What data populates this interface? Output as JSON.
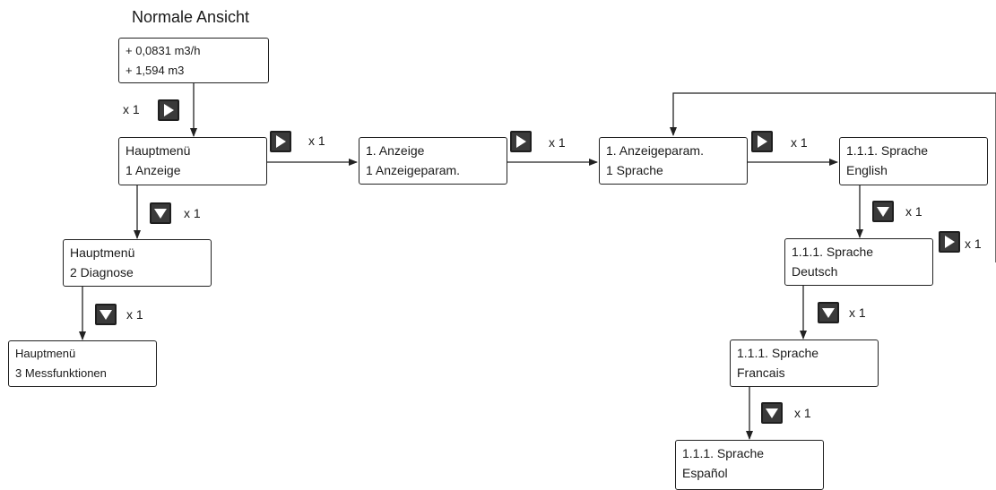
{
  "title": "Normale Ansicht",
  "boxes": {
    "normal": {
      "line1": "+ 0,0831 m3/h",
      "line2": "+ 1,594 m3"
    },
    "main1": {
      "line1": "Hauptmenü",
      "line2": "1 Anzeige"
    },
    "main2": {
      "line1": "Hauptmenü",
      "line2": "2 Diagnose"
    },
    "main3": {
      "line1": "Hauptmenü",
      "line2": "3 Messfunktionen"
    },
    "display": {
      "line1": "1. Anzeige",
      "line2": "1 Anzeigeparam."
    },
    "display_param": {
      "line1": "1. Anzeigeparam.",
      "line2": "1 Sprache"
    },
    "lang_en": {
      "line1": "1.1.1. Sprache",
      "line2": "English"
    },
    "lang_de": {
      "line1": "1.1.1. Sprache",
      "line2": "Deutsch"
    },
    "lang_fr": {
      "line1": "1.1.1. Sprache",
      "line2": "Francais"
    },
    "lang_es": {
      "line1": "1.1.1. Sprache",
      "line2": "Español"
    }
  },
  "steps": {
    "normal_to_main": {
      "key": "right-key-icon",
      "count": "x 1"
    },
    "main_to_display": {
      "key": "right-key-icon",
      "count": "x 1"
    },
    "display_to_param": {
      "key": "right-key-icon",
      "count": "x 1"
    },
    "param_to_lang": {
      "key": "right-key-icon",
      "count": "x 1"
    },
    "lang_de_confirm": {
      "key": "right-key-icon",
      "count": "x 1"
    },
    "main1_to_main2": {
      "key": "down-key-icon",
      "count": "x 1"
    },
    "main2_to_main3": {
      "key": "down-key-icon",
      "count": "x 1"
    },
    "en_to_de": {
      "key": "down-key-icon",
      "count": "x 1"
    },
    "de_to_fr": {
      "key": "down-key-icon",
      "count": "x 1"
    },
    "fr_to_es": {
      "key": "down-key-icon",
      "count": "x 1"
    }
  }
}
